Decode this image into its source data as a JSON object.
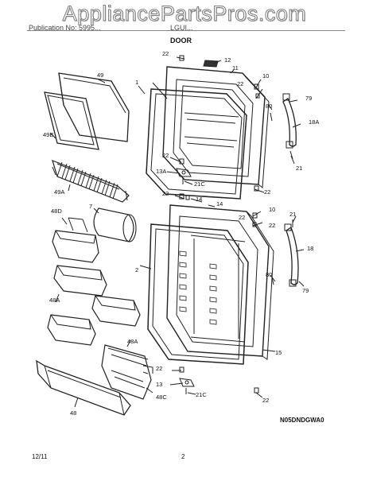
{
  "watermark": "AppliancePartsPros.com",
  "header": {
    "left": "Publication No: 5995...",
    "right": "LGUI...",
    "section_title": "DOOR"
  },
  "callouts": {
    "c1": "1",
    "c2": "2",
    "c10a": "10",
    "c10b": "10",
    "c11": "11",
    "c12": "12",
    "c13": "13",
    "c13a": "13A",
    "c14a": "14",
    "c14b": "14",
    "c15": "15",
    "c18": "18",
    "c18a": "18A",
    "c21a": "21",
    "c21b": "21",
    "c21c1": "21C",
    "c21c2": "21C",
    "c22a": "22",
    "c22b": "22",
    "c22c": "22",
    "c22d": "22",
    "c22e": "22",
    "c22f": "22",
    "c22g": "22",
    "c22h": "22",
    "c22i": "22",
    "c48": "48",
    "c48a1": "48A",
    "c48a2": "48A",
    "c48c": "48C",
    "c48d": "48D",
    "c49": "49",
    "c49a": "49A",
    "c49b": "49B",
    "c7": "7",
    "c79a": "79",
    "c79b": "79",
    "c80a": "80",
    "c80b": "80"
  },
  "footer": {
    "date": "12/11",
    "page": "2",
    "diagram_code": "N05DNDGWA0"
  }
}
